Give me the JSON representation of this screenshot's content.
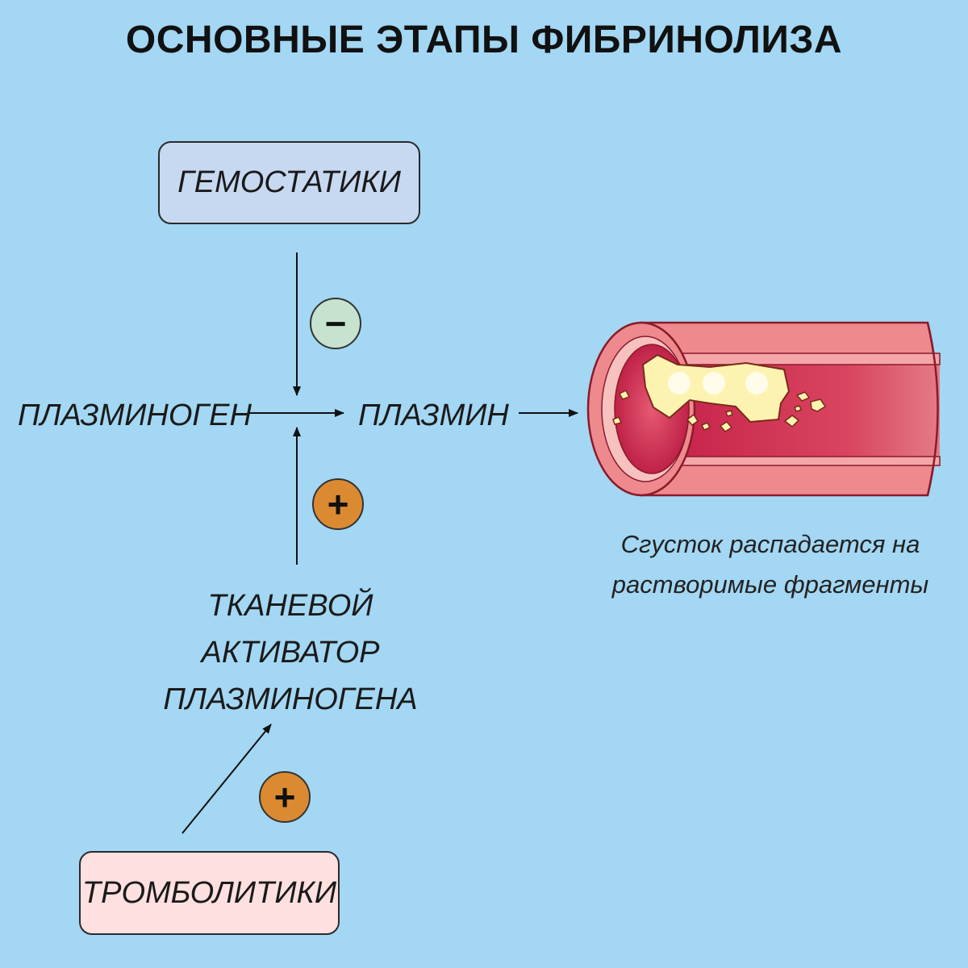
{
  "title": "ОСНОВНЫЕ ЭТАПЫ ФИБРИНОЛИЗА",
  "nodes": {
    "hemostatics": "ГЕМОСТАТИКИ",
    "plasminogen": "ПЛАЗМИНОГЕН",
    "plasmin": "ПЛАЗМИН",
    "tpa_line1": "ТКАНЕВОЙ",
    "tpa_line2": "АКТИВАТОР",
    "tpa_line3": "ПЛАЗМИНОГЕНА",
    "thrombolytics": "ТРОМБОЛИТИКИ"
  },
  "signs": {
    "inhibit": "−",
    "activate_tpa": "+",
    "activate_thrombolytics": "+"
  },
  "caption": {
    "line1": "Сгусток распадается на",
    "line2": "растворимые фрагменты"
  },
  "colors": {
    "background": "#a3d7f3",
    "hemostatics_box": "#c7d9f1",
    "thrombolytics_box": "#fde0df",
    "minus_circle": "#c6e3cf",
    "plus_circle": "#dc8a32",
    "vessel_wall": "#e8868a",
    "vessel_lumen": "#c8234a",
    "clot": "#fdf3b0"
  }
}
